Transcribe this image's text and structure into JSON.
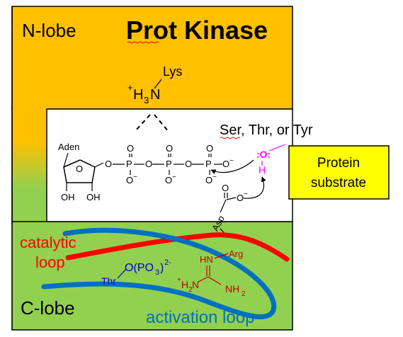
{
  "n_lobe": {
    "label": "N-lobe",
    "title": "Prot Kinase"
  },
  "lysine": {
    "name": "Lys",
    "plus": "+",
    "h": "H",
    "sub3": "3",
    "n": "N"
  },
  "atp": {
    "aden": "Aden",
    "o_labels": [
      "O",
      "O",
      "O",
      "O",
      "O",
      "O"
    ],
    "p_labels": [
      "P",
      "P",
      "P"
    ],
    "o_minus": [
      "O",
      "O",
      "O",
      "O"
    ],
    "minus": "−",
    "ribose_oh": [
      "OH",
      "OH"
    ]
  },
  "residues": {
    "ser_thr_tyr": "Ser, Thr, or Tyr",
    "oh_o": ":O:",
    "oh_h": "H"
  },
  "substrate": {
    "label_line1": "Protein",
    "label_line2": "substrate"
  },
  "asp": {
    "label": "Asp",
    "o1": "O",
    "o2": "O",
    "minus": "−"
  },
  "c_lobe": {
    "label": "C-lobe",
    "catalytic_line1": "catalytic",
    "catalytic_line2": "loop",
    "activation": "activation loop",
    "thr": "Thr",
    "phospho": "O(PO",
    "phospho_sub": "3",
    "phospho_close": ")",
    "phospho_sup": "2-",
    "arg": "Arg",
    "hn": "HN",
    "h2n_plus": "+",
    "h2n": "H",
    "h2n_sub": "2",
    "h2n_n": "N",
    "nh2": "NH",
    "nh2_sub": "2"
  },
  "colors": {
    "n_lobe": "#FFC000",
    "c_lobe": "#92D050",
    "catalytic_loop": "#FF0000",
    "activation_loop": "#0070C0",
    "substrate_box": "#FFFF00",
    "hydroxyl": "#FF00FF",
    "arg_text": "#C00000",
    "thr_text": "#0000CC"
  }
}
